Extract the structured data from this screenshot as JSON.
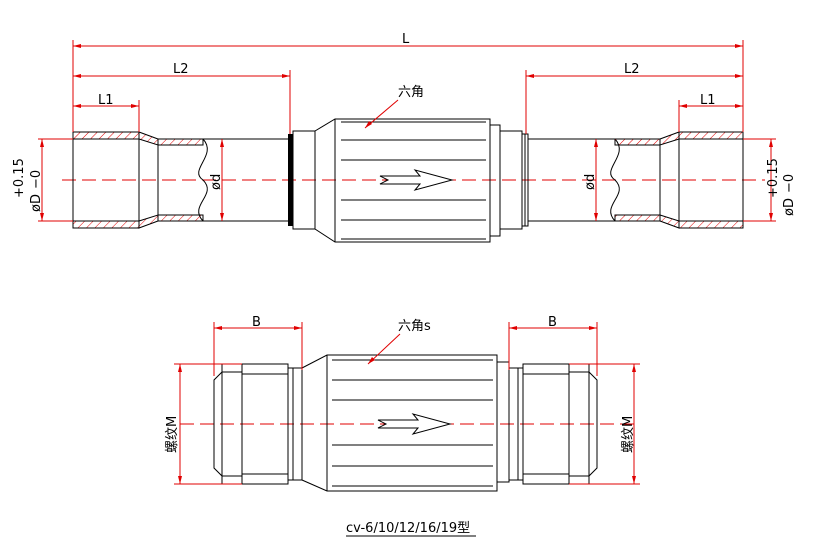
{
  "top_view": {
    "dim_L": "L",
    "dim_L2_left": "L2",
    "dim_L2_right": "L2",
    "dim_L1_left": "L1",
    "dim_L1_right": "L1",
    "hex_label": "六角",
    "d_left": "ød",
    "d_right": "ød",
    "D_left": "øD",
    "D_right": "øD",
    "tol_upper": "+0.15",
    "tol_lower": "−0"
  },
  "bottom_view": {
    "dim_B_left": "B",
    "dim_B_right": "B",
    "hex_label": "六角s",
    "thread_left": "螺纹M",
    "thread_right": "螺纹M"
  },
  "caption": "cv-6/10/12/16/19型"
}
